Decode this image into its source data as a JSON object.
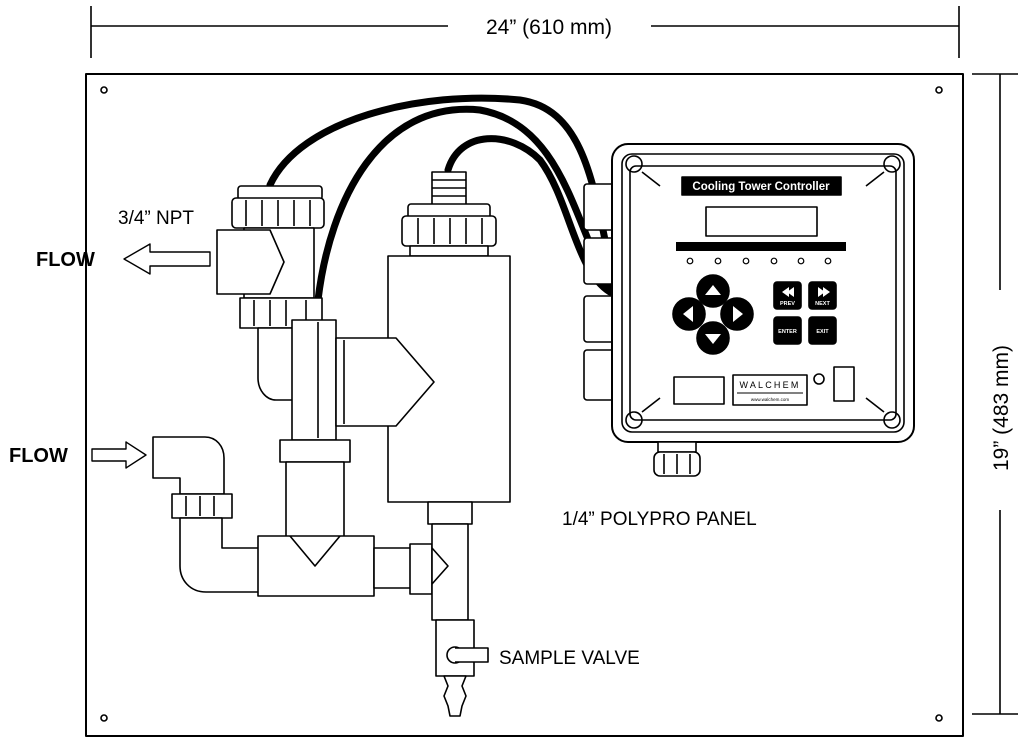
{
  "dimensions": {
    "width": "24” (610 mm)",
    "height": "19” (483 mm)"
  },
  "callouts": {
    "npt": "3/4” NPT",
    "flow_out": "FLOW",
    "flow_in": "FLOW",
    "panel": "1/4” POLYPRO PANEL",
    "sample_valve": "SAMPLE VALVE"
  },
  "controller": {
    "title": "Cooling Tower Controller",
    "keys": {
      "prev": "PREV",
      "next": "NEXT",
      "enter": "ENTER",
      "exit": "EXIT"
    },
    "brand": "WALCHEM",
    "url": "www.walchem.com"
  },
  "colors": {
    "line": "#000000",
    "background": "#ffffff"
  }
}
